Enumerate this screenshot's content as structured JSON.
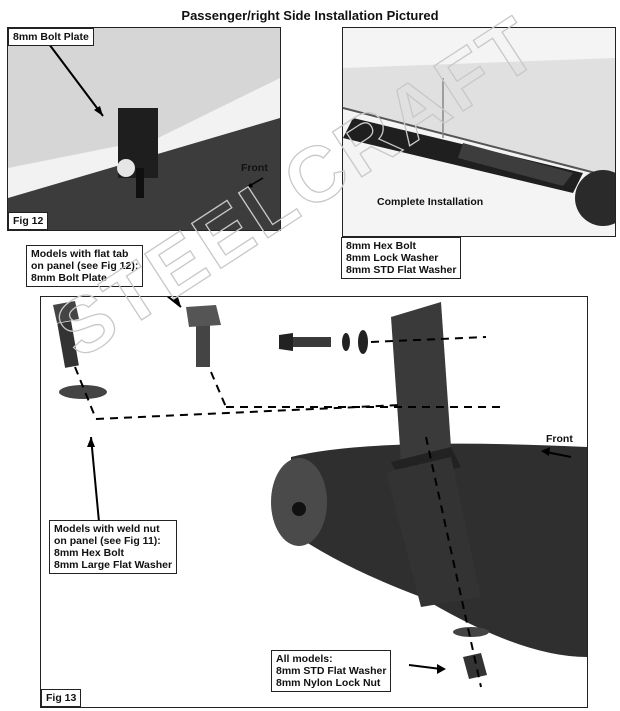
{
  "page_title": "Passenger/right Side Installation Pictured",
  "fig12": {
    "label": "Fig 12",
    "callout_bolt_plate": "8mm Bolt Plate",
    "front_label": "Front"
  },
  "photo_complete": {
    "caption": "Complete Installation"
  },
  "fig13": {
    "label": "Fig 13",
    "callout_flat_tab": "Models with flat tab\non panel (see Fig 12):\n8mm Bolt Plate",
    "callout_hex_bolt": "8mm Hex Bolt\n8mm Lock Washer\n8mm STD Flat Washer",
    "callout_weld_nut": "Models with weld nut\non panel (see Fig 11):\n8mm Hex Bolt\n8mm Large Flat Washer",
    "callout_all_models": "All models:\n8mm STD Flat Washer\n8mm Nylon Lock Nut",
    "front_label": "Front"
  },
  "watermark": "STEELCRAFT"
}
